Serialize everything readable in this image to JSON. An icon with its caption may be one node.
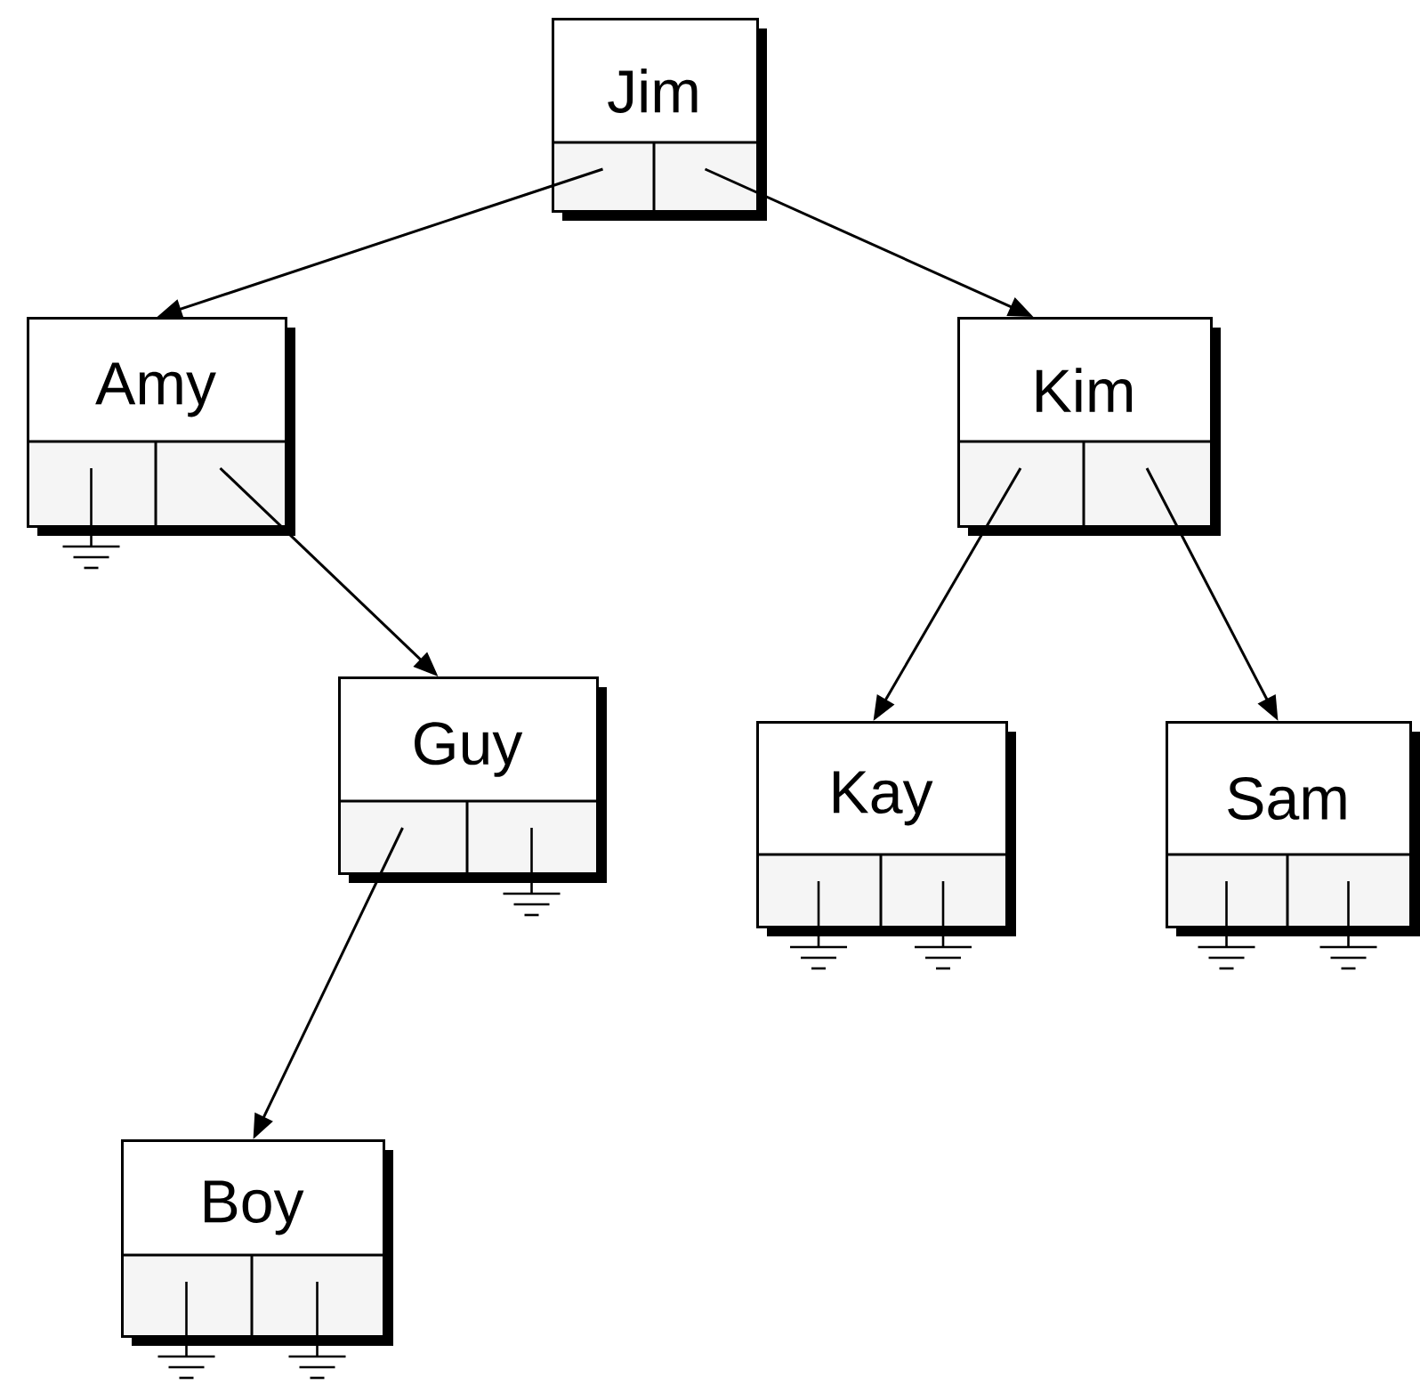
{
  "diagram": {
    "nodes": [
      {
        "text": [
          "Jim"
        ]
      },
      {
        "text": [
          "Amy"
        ]
      },
      {
        "text": [
          "Kim"
        ]
      },
      {
        "text": [
          "Guy"
        ]
      },
      {
        "text": [
          "Kay"
        ]
      },
      {
        "text": [
          "Sam"
        ]
      },
      {
        "text": [
          "Boy"
        ]
      }
    ],
    "edges": [
      {
        "from": 0,
        "to": 1,
        "arrow": "to"
      },
      {
        "from": 0,
        "to": 2,
        "arrow": "to"
      },
      {
        "from": 1,
        "to": 3,
        "arrow": "to"
      },
      {
        "from": 2,
        "to": 4,
        "arrow": "to"
      },
      {
        "from": 2,
        "to": 5,
        "arrow": "to"
      },
      {
        "from": 3,
        "to": 6,
        "arrow": "to"
      }
    ]
  }
}
